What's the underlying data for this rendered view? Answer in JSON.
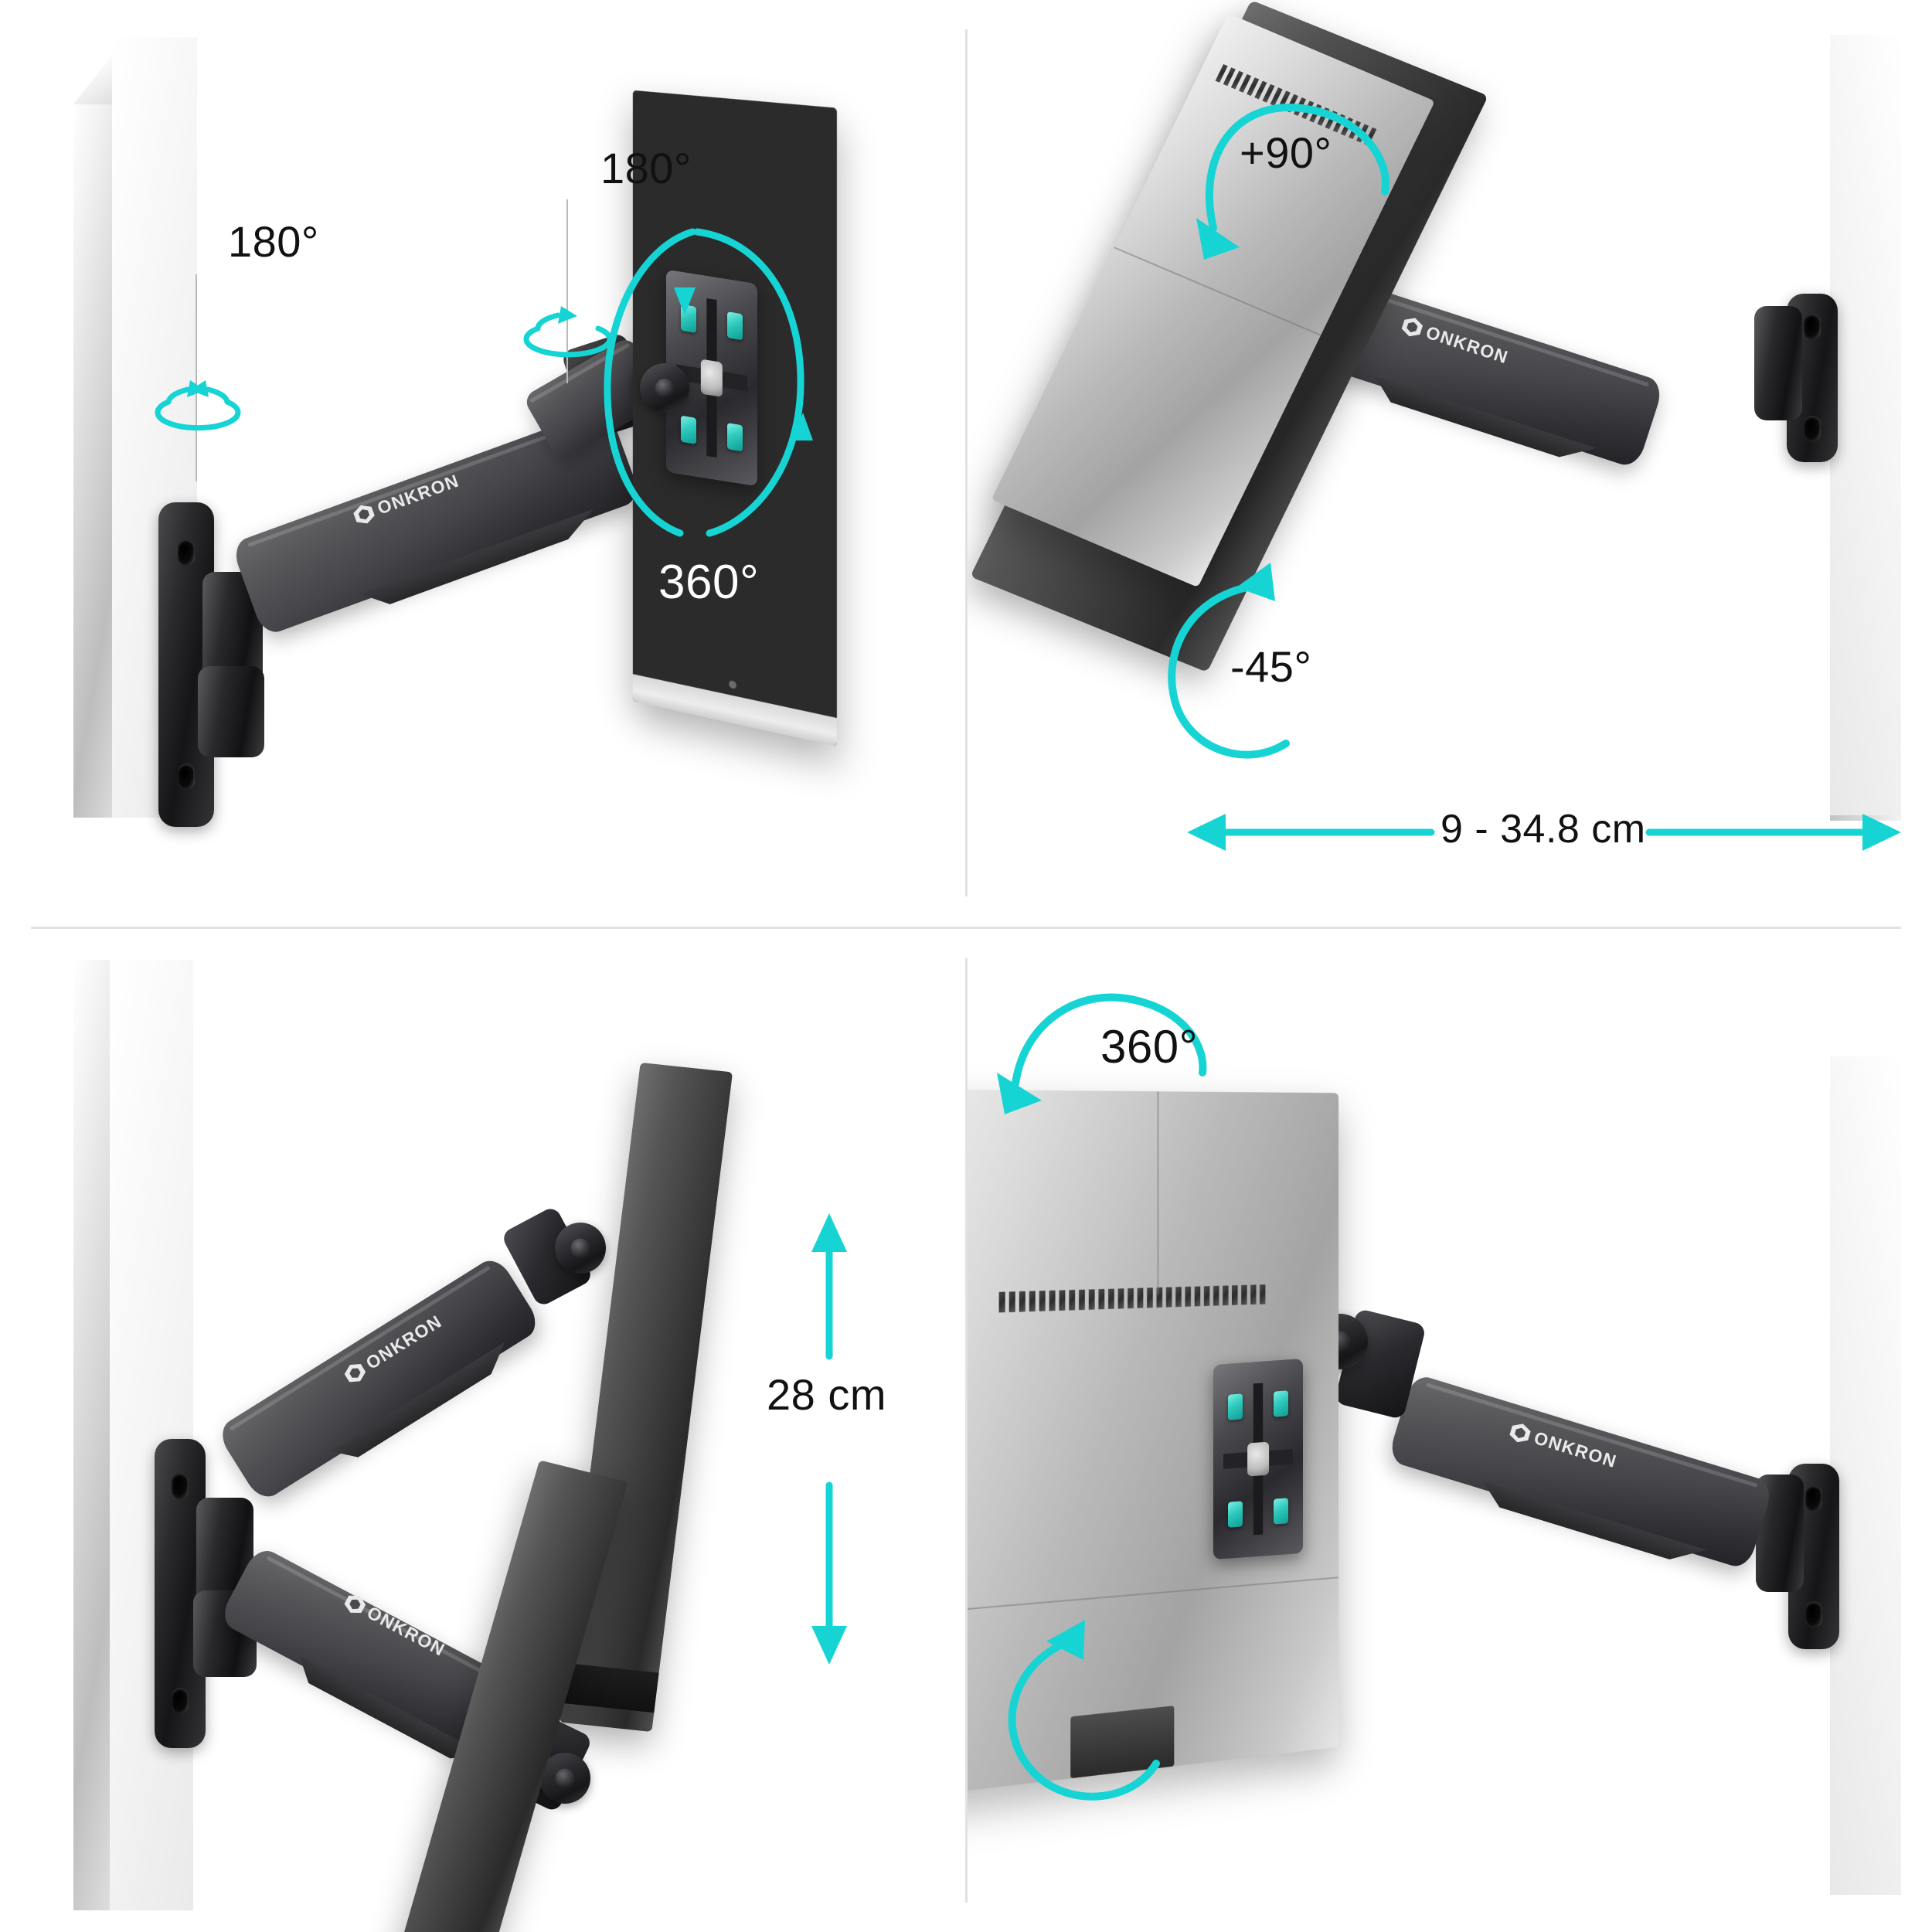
{
  "brand": {
    "name": "ONKRON",
    "logo_icon": "onkron-hexagon-logo-icon"
  },
  "colors": {
    "accent_cyan": "#17d4d4",
    "accent_cyan_bright": "#00e0d8",
    "screw_teal": "#2ec9bd",
    "screen_dark": "#2b2b2b",
    "divider_gray": "#e2e2e2",
    "text_black": "#111111"
  },
  "panels": [
    {
      "id": "panel-swivel",
      "position": "top-left",
      "annotations": [
        {
          "name": "wall-swivel-angle",
          "value": "180°",
          "icon": "rotation-loop-double-arrow-icon"
        },
        {
          "name": "arm-swivel-angle",
          "value": "180°",
          "icon": "rotation-loop-double-arrow-icon"
        },
        {
          "name": "screen-rotation-angle",
          "value": "360°",
          "icon": "full-circle-rotation-arrow-icon"
        }
      ]
    },
    {
      "id": "panel-tilt-extension",
      "position": "top-right",
      "annotations": [
        {
          "name": "tilt-up-angle",
          "value": "+90°",
          "icon": "curved-arrow-clockwise-icon"
        },
        {
          "name": "tilt-down-angle",
          "value": "-45°",
          "icon": "curved-arrow-counterclockwise-icon"
        },
        {
          "name": "extension-range",
          "value": "9 - 34.8 cm",
          "icon": "horizontal-double-arrow-icon"
        }
      ]
    },
    {
      "id": "panel-height",
      "position": "bottom-left",
      "annotations": [
        {
          "name": "height-adjustment-range",
          "value": "28 cm",
          "icon": "vertical-double-arrow-icon"
        }
      ]
    },
    {
      "id": "panel-rotation",
      "position": "bottom-right",
      "annotations": [
        {
          "name": "screen-pivot-angle",
          "value": "360°",
          "icon": "curved-arrow-clockwise-icon"
        }
      ]
    }
  ],
  "vesa": {
    "screw_count": 4,
    "screw_color": "#2ec9bd"
  }
}
